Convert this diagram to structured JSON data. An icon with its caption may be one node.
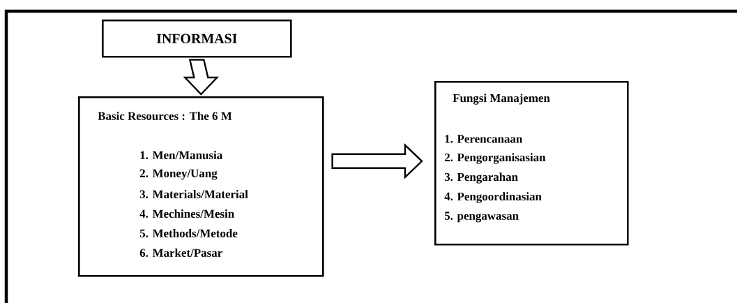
{
  "diagram": {
    "nodes": [
      {
        "text": [
          "INFORMASI"
        ]
      },
      {
        "text": [
          "Basic Resources : The 6 M",
          "1. Men/Manusia",
          "2. Money/Uang",
          "3. Materials/Material",
          "4. Mechines/Mesin",
          "5. Methods/Metode",
          "6. Market/Pasar"
        ]
      },
      {
        "text": [
          "Fungsi Manajemen",
          "1. Perencanaan",
          "2. Pengorganisasian",
          "3. Pengarahan",
          "4. Pengoordinasian",
          "5. pengawasan"
        ]
      }
    ],
    "edges": [
      {
        "from": 0,
        "to": 1,
        "arrow": "to"
      },
      {
        "from": 1,
        "to": 2,
        "arrow": "to"
      }
    ]
  }
}
